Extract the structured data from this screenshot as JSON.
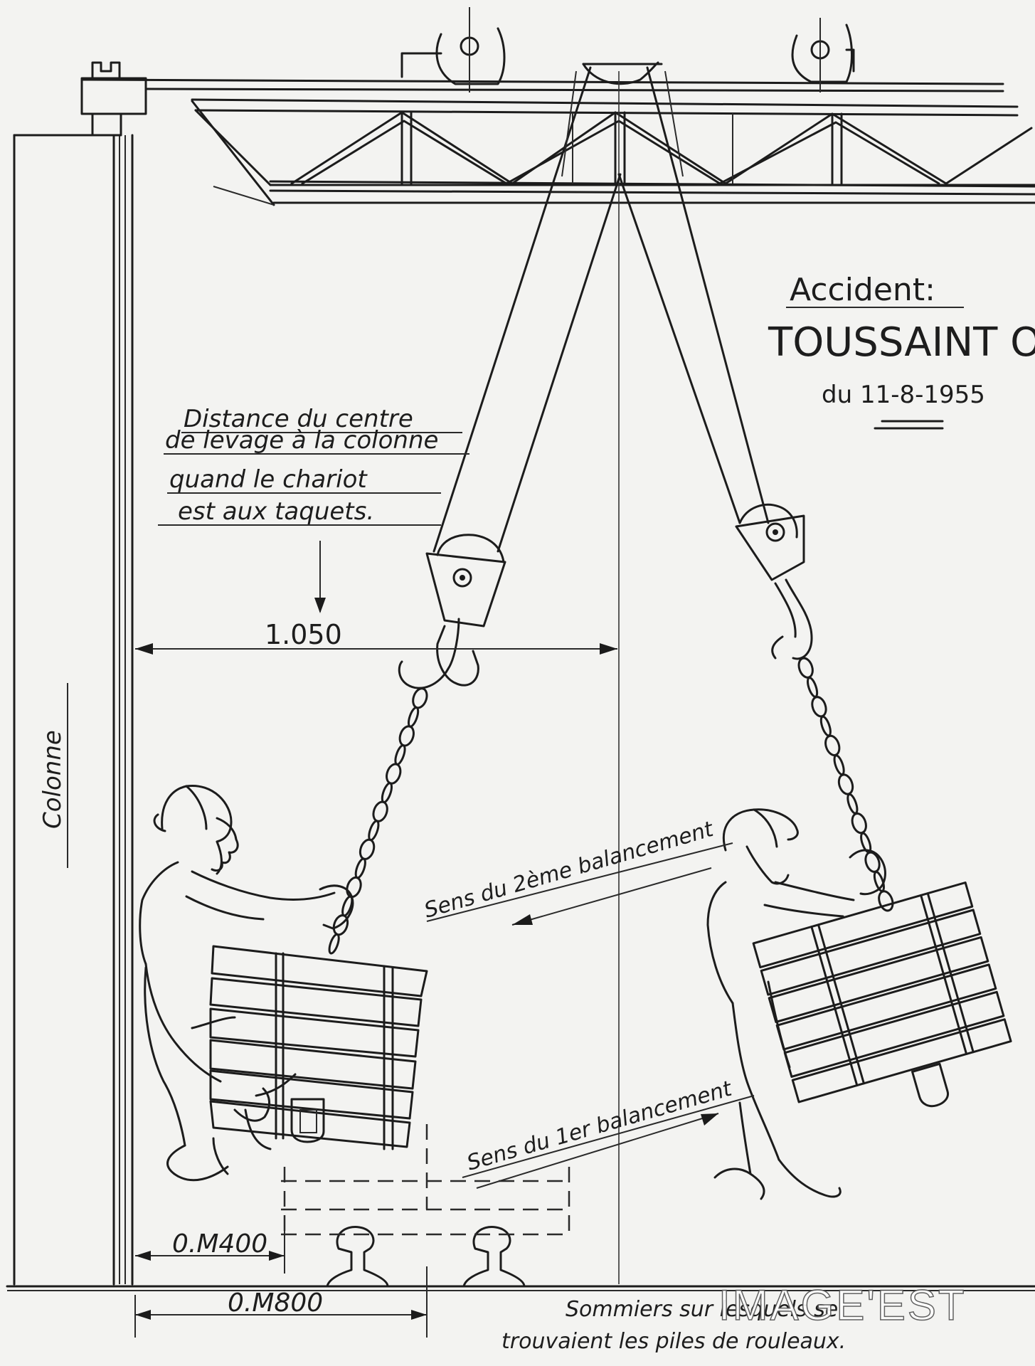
{
  "title": {
    "line1": "Accident:",
    "line2": "TOUSSAINT Osca",
    "line3": "du 11-8-1955"
  },
  "note": {
    "distance": [
      "Distance du centre",
      "de levage à la colonne",
      "quand le chariot",
      "est aux taquets."
    ]
  },
  "dimensions": {
    "span": "1.050",
    "half": "0.M400",
    "full": "0.M800"
  },
  "labels": {
    "column": "Colonne",
    "swing2": "Sens du 2ème balancement",
    "swing1": "Sens du 1er balancement"
  },
  "caption": [
    "Sommiers sur lesquels se",
    "trouvaient les piles de rouleaux."
  ],
  "watermark": "IMAGE'EST"
}
